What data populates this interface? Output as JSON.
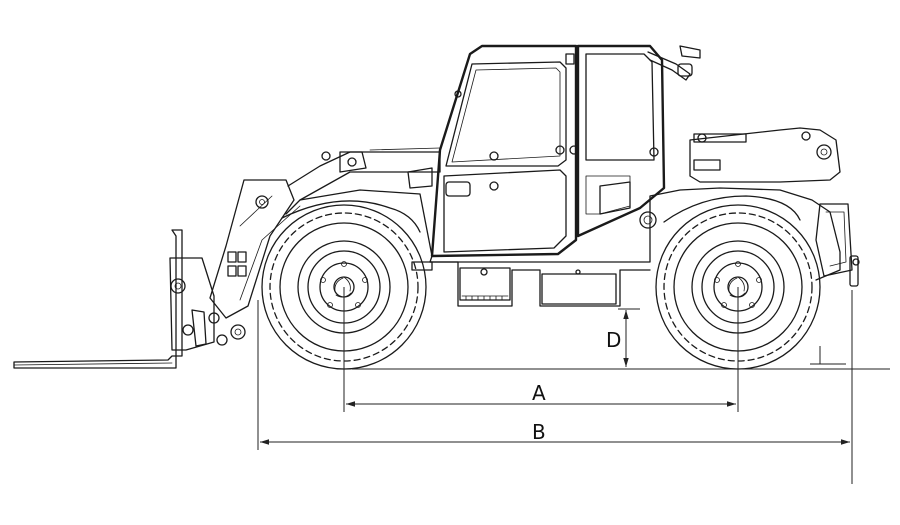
{
  "diagram": {
    "dimensions": [
      {
        "id": "A",
        "label": "A"
      },
      {
        "id": "B",
        "label": "B"
      },
      {
        "id": "D",
        "label": "D"
      }
    ]
  }
}
